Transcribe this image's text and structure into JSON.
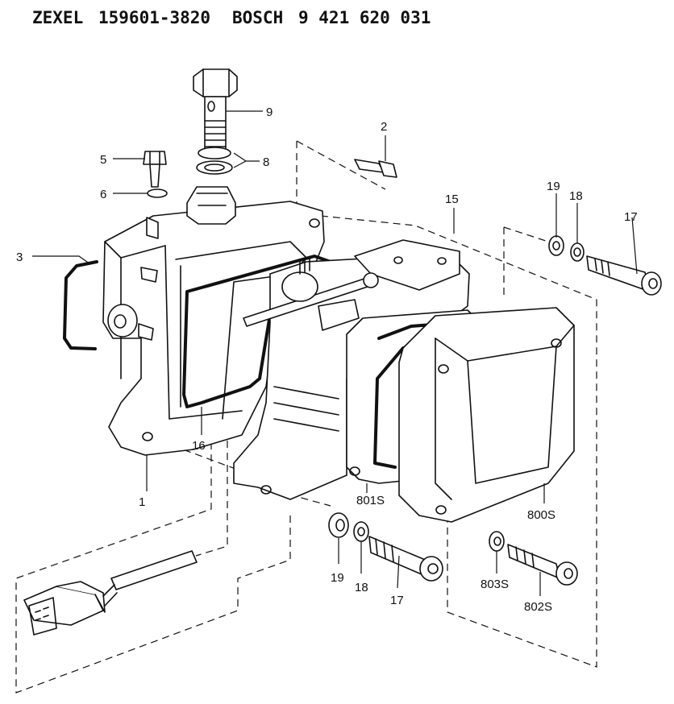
{
  "header": {
    "brand_a": "ZEXEL",
    "part_a": "159601-3820",
    "brand_b": "BOSCH",
    "part_b": "9 421 620 031"
  },
  "callouts": {
    "c1": "1",
    "c2": "2",
    "c3": "3",
    "c5": "5",
    "c6": "6",
    "c8": "8",
    "c9": "9",
    "c15": "15",
    "c16": "16",
    "c17_top": "17",
    "c18_top": "18",
    "c19_top": "19",
    "c17_bottom": "17",
    "c18_bottom": "18",
    "c19_bottom": "19",
    "c800s": "800S",
    "c801s": "801S",
    "c802s": "802S",
    "c803s": "803S"
  }
}
